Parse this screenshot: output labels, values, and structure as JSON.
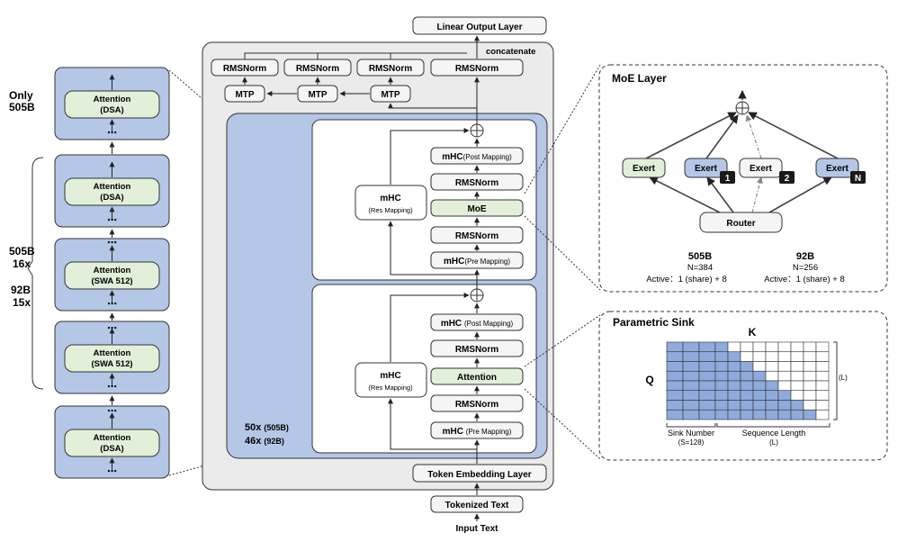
{
  "left": {
    "only_label_1": "Only",
    "only_label_2": "505B",
    "mid_label_1": "505B",
    "mid_label_2": "16x",
    "mid_label_3": "92B",
    "mid_label_4": "15x",
    "blocks": [
      {
        "name": "Attention",
        "sub": "(DSA)"
      },
      {
        "name": "Attention",
        "sub": "(DSA)"
      },
      {
        "name": "Attention",
        "sub": "(SWA 512)"
      },
      {
        "name": "Attention",
        "sub": "(SWA 512)"
      },
      {
        "name": "Attention",
        "sub": "(DSA)"
      }
    ],
    "dots": "⋯"
  },
  "main": {
    "linear_output": "Linear Output Layer",
    "concatenate": "concatenate",
    "rmsnorm": "RMSNorm",
    "mtp": "MTP",
    "repeat_1": "50x",
    "repeat_1_sub": "(505B)",
    "repeat_2": "46x",
    "repeat_2_sub": "(92B)",
    "token_embedding": "Token Embedding Layer",
    "tokenized_text": "Tokenized Text",
    "input_text": "Input Text",
    "upper_block": {
      "post": "mHC",
      "post_sub": "(Post Mapping)",
      "norm_top": "RMSNorm",
      "core": "MoE",
      "norm_bottom": "RMSNorm",
      "pre": "mHC",
      "pre_sub": "(Pre Mapping)",
      "res": "mHC",
      "res_sub": "(Res Mapping)"
    },
    "lower_block": {
      "post": "mHC",
      "post_sub": "(Post Mapping)",
      "norm_top": "RMSNorm",
      "core": "Attention",
      "norm_bottom": "RMSNorm",
      "pre": "mHC",
      "pre_sub": "(Pre Mapping)",
      "res": "mHC",
      "res_sub": "(Res Mapping)"
    }
  },
  "moe": {
    "title": "MoE Layer",
    "expert_label": "Exert",
    "badges": [
      "1",
      "2",
      "N"
    ],
    "router": "Router",
    "col1_title": "505B",
    "col1_n": "N=384",
    "col1_active": "Active：1 (share) + 8",
    "col2_title": "92B",
    "col2_n": "N=256",
    "col2_active": "Active：1 (share) + 8"
  },
  "sink": {
    "title": "Parametric Sink",
    "k_label": "K",
    "q_label": "Q",
    "l_label": "(L)",
    "sink_number": "Sink Number",
    "sink_count": "(S=128)",
    "seq_length": "Sequence Length",
    "seq_l": "(L)"
  },
  "colors": {
    "blue_fill": "#b4c7e7",
    "green_fill": "#e2f0d9",
    "gray_fill": "#ebebeb",
    "white_box": "#f5f5f5",
    "sink_cell": "#8faadc",
    "badge": "#1a1a1a"
  }
}
